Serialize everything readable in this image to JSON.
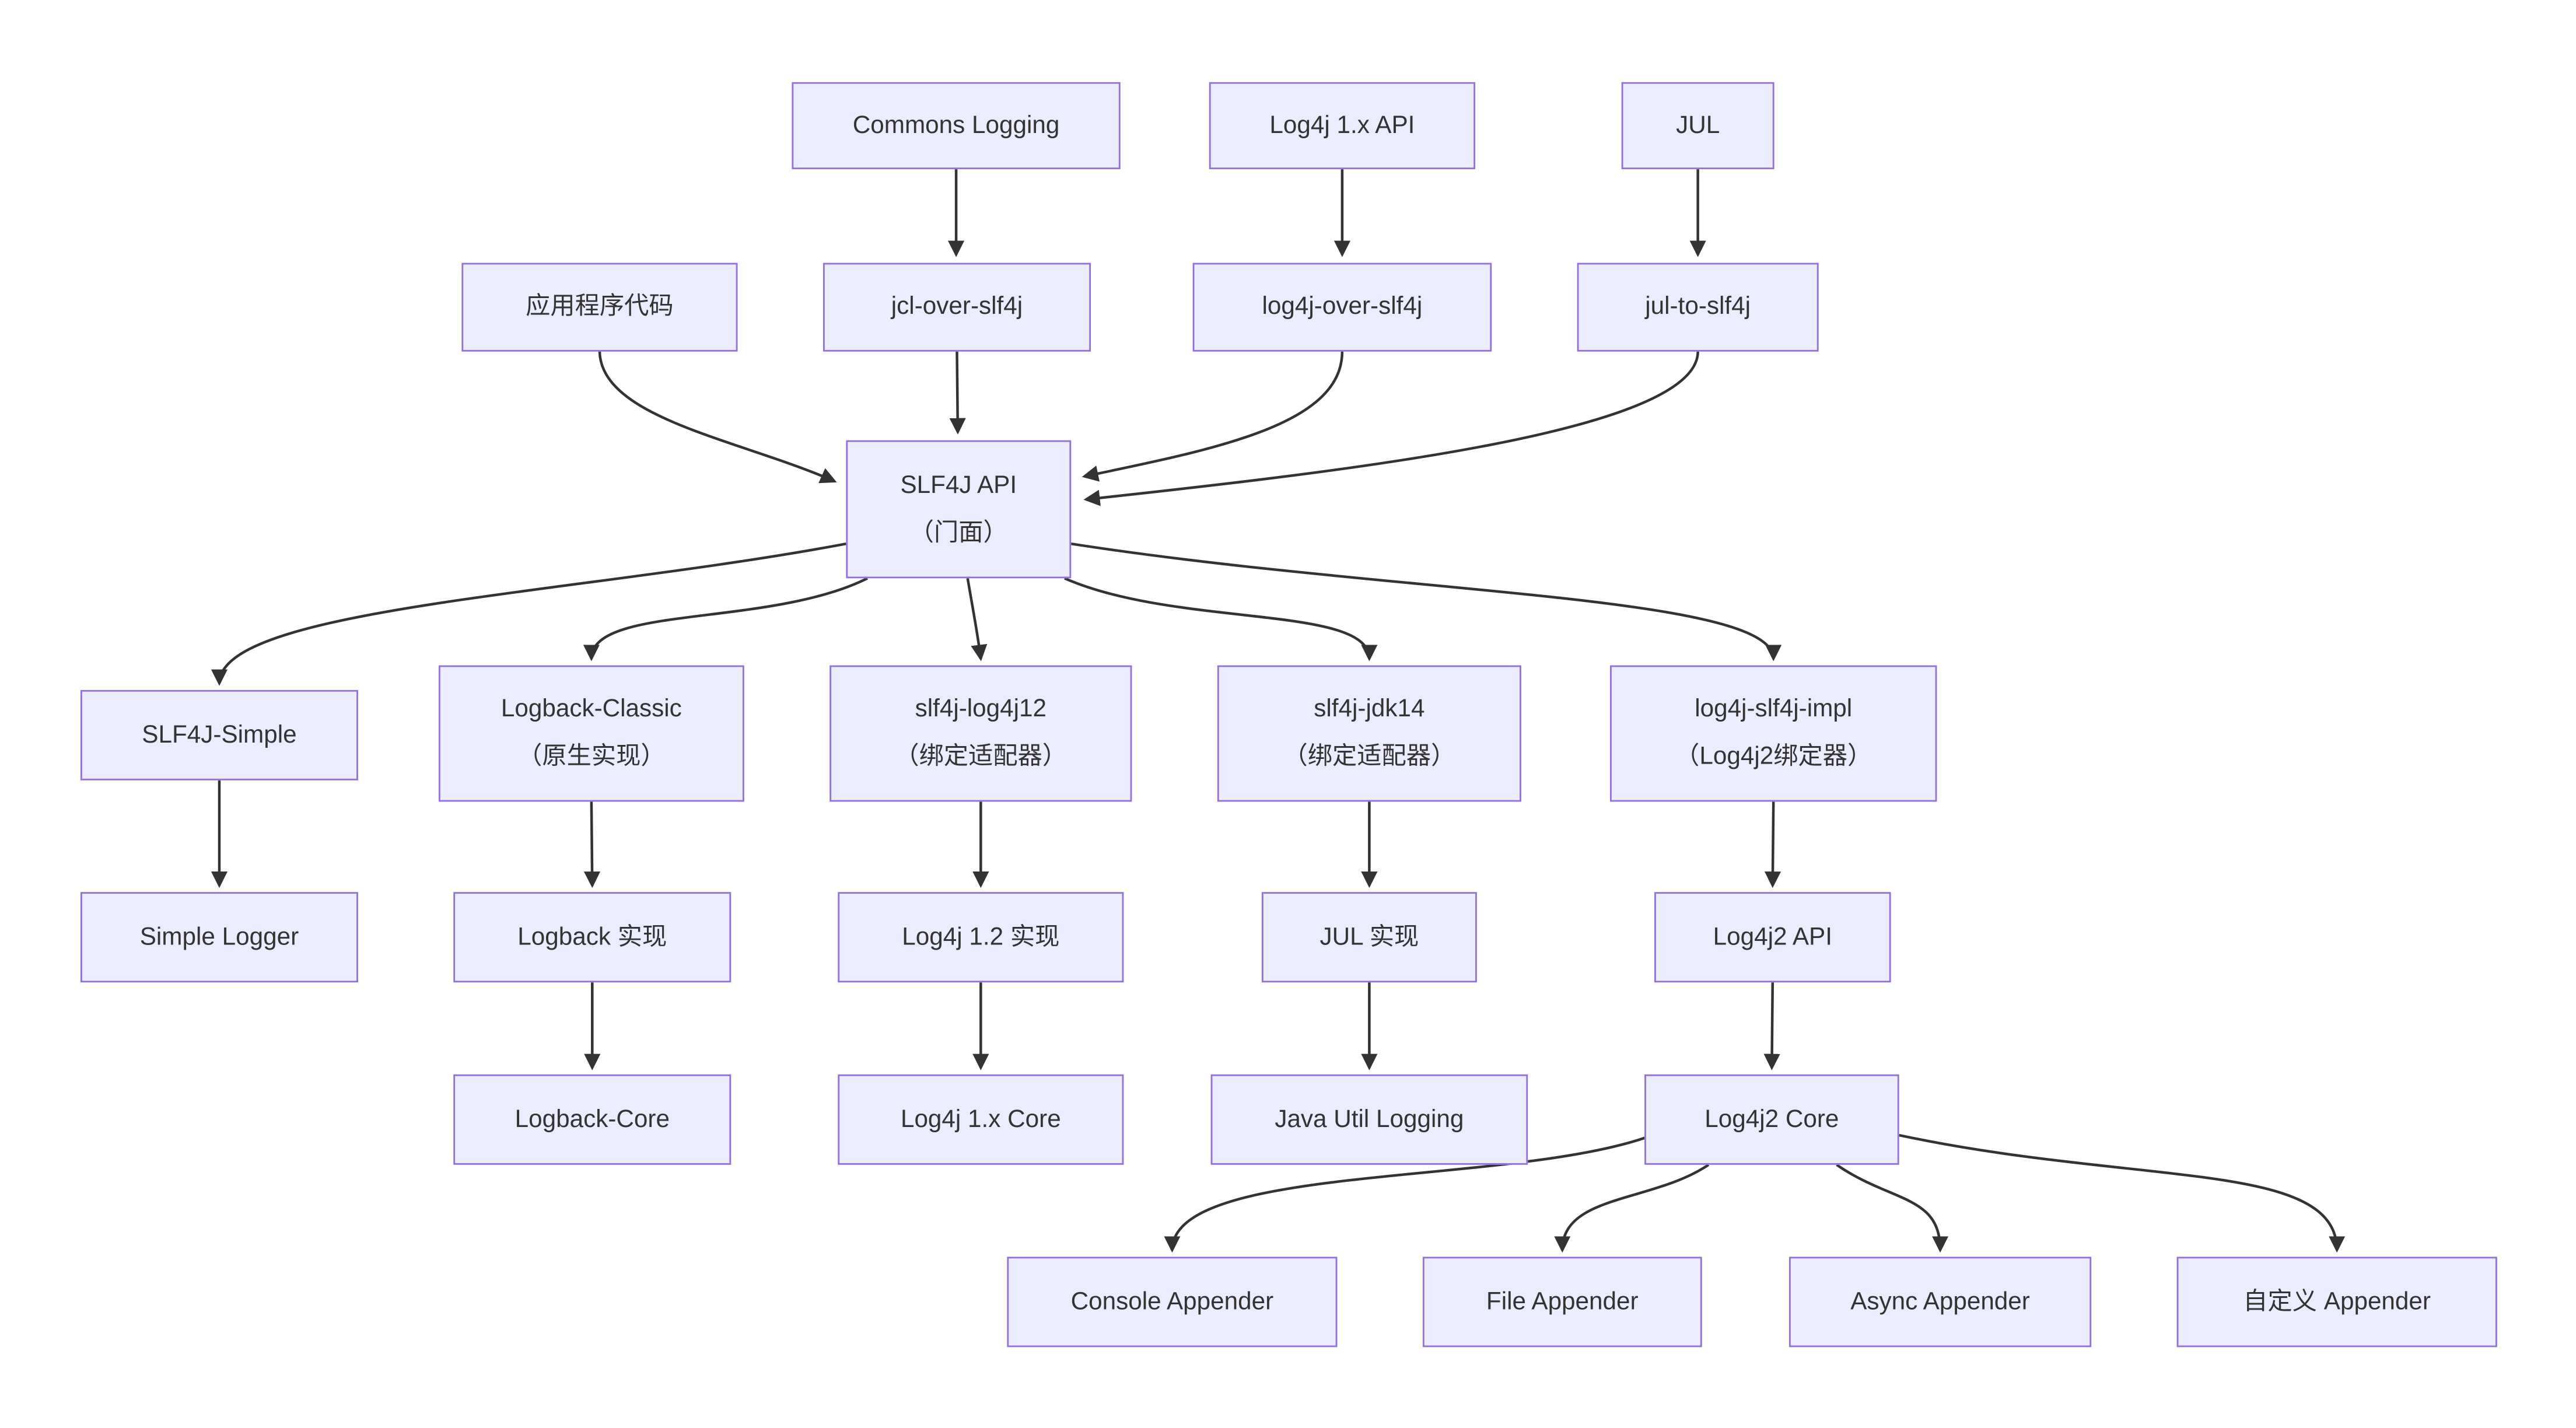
{
  "diagram": {
    "type": "flowchart",
    "background_color": "#ffffff",
    "node_fill_color": "#ECECFF",
    "node_border_color": "#9370DB",
    "edge_color": "#333333",
    "text_color": "#333333"
  },
  "nodes": {
    "commons_logging": {
      "label": "Commons Logging"
    },
    "log4j1_api": {
      "label": "Log4j 1.x API"
    },
    "jul": {
      "label": "JUL"
    },
    "app_code": {
      "label": "应用程序代码"
    },
    "jcl_over_slf4j": {
      "label": "jcl-over-slf4j"
    },
    "log4j_over_slf4j": {
      "label": "log4j-over-slf4j"
    },
    "jul_to_slf4j": {
      "label": "jul-to-slf4j"
    },
    "slf4j_api": {
      "label": "SLF4J API",
      "sublabel": "（门面）"
    },
    "slf4j_simple": {
      "label": "SLF4J-Simple"
    },
    "logback_classic": {
      "label": "Logback-Classic",
      "sublabel": "（原生实现）"
    },
    "slf4j_log4j12": {
      "label": "slf4j-log4j12",
      "sublabel": "（绑定适配器）"
    },
    "slf4j_jdk14": {
      "label": "slf4j-jdk14",
      "sublabel": "（绑定适配器）"
    },
    "log4j_slf4j_impl": {
      "label": "log4j-slf4j-impl",
      "sublabel": "（Log4j2绑定器）"
    },
    "simple_logger": {
      "label": "Simple Logger"
    },
    "logback_impl": {
      "label": "Logback 实现"
    },
    "log4j12_impl": {
      "label": "Log4j 1.2 实现"
    },
    "jul_impl": {
      "label": "JUL 实现"
    },
    "log4j2_api": {
      "label": "Log4j2 API"
    },
    "logback_core": {
      "label": "Logback-Core"
    },
    "log4j1x_core": {
      "label": "Log4j 1.x Core"
    },
    "java_util_logging": {
      "label": "Java Util Logging"
    },
    "log4j2_core": {
      "label": "Log4j2 Core"
    },
    "console_appender": {
      "label": "Console Appender"
    },
    "file_appender": {
      "label": "File Appender"
    },
    "async_appender": {
      "label": "Async Appender"
    },
    "custom_appender": {
      "label": "自定义 Appender"
    }
  },
  "edges": [
    {
      "from": "commons_logging",
      "to": "jcl_over_slf4j"
    },
    {
      "from": "log4j1_api",
      "to": "log4j_over_slf4j"
    },
    {
      "from": "jul",
      "to": "jul_to_slf4j"
    },
    {
      "from": "app_code",
      "to": "slf4j_api"
    },
    {
      "from": "jcl_over_slf4j",
      "to": "slf4j_api"
    },
    {
      "from": "log4j_over_slf4j",
      "to": "slf4j_api"
    },
    {
      "from": "jul_to_slf4j",
      "to": "slf4j_api"
    },
    {
      "from": "slf4j_api",
      "to": "slf4j_simple"
    },
    {
      "from": "slf4j_api",
      "to": "logback_classic"
    },
    {
      "from": "slf4j_api",
      "to": "slf4j_log4j12"
    },
    {
      "from": "slf4j_api",
      "to": "slf4j_jdk14"
    },
    {
      "from": "slf4j_api",
      "to": "log4j_slf4j_impl"
    },
    {
      "from": "slf4j_simple",
      "to": "simple_logger"
    },
    {
      "from": "logback_classic",
      "to": "logback_impl"
    },
    {
      "from": "slf4j_log4j12",
      "to": "log4j12_impl"
    },
    {
      "from": "slf4j_jdk14",
      "to": "jul_impl"
    },
    {
      "from": "log4j_slf4j_impl",
      "to": "log4j2_api"
    },
    {
      "from": "logback_impl",
      "to": "logback_core"
    },
    {
      "from": "log4j12_impl",
      "to": "log4j1x_core"
    },
    {
      "from": "jul_impl",
      "to": "java_util_logging"
    },
    {
      "from": "log4j2_api",
      "to": "log4j2_core"
    },
    {
      "from": "log4j2_core",
      "to": "console_appender"
    },
    {
      "from": "log4j2_core",
      "to": "file_appender"
    },
    {
      "from": "log4j2_core",
      "to": "async_appender"
    },
    {
      "from": "log4j2_core",
      "to": "custom_appender"
    }
  ]
}
